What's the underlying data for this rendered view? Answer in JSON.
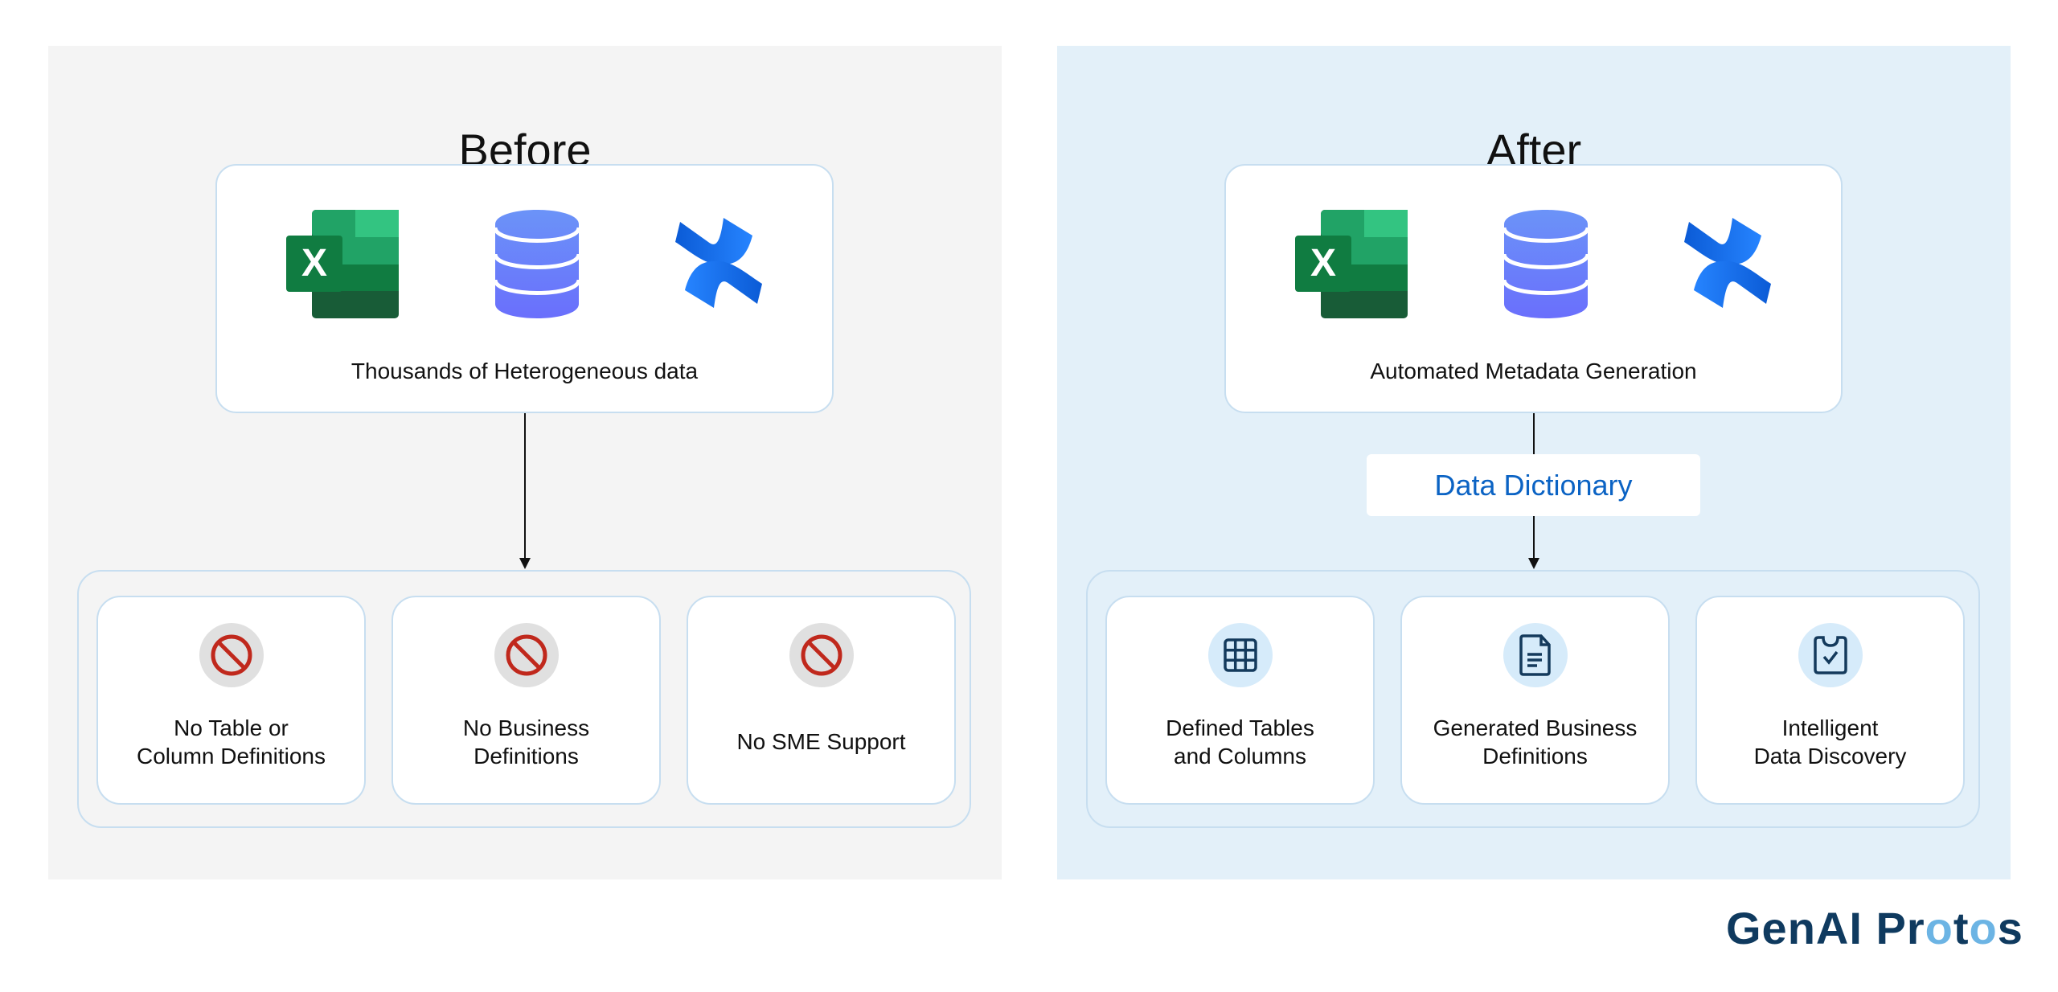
{
  "before": {
    "title": "Before",
    "source_caption": "Thousands of Heterogeneous data",
    "source_icons": [
      "excel-icon",
      "database-icon",
      "confluence-icon"
    ],
    "cards": [
      {
        "line1": "No Table or",
        "line2": "Column Definitions",
        "icon": "prohibited-icon"
      },
      {
        "line1": "No Business",
        "line2": "Definitions",
        "icon": "prohibited-icon"
      },
      {
        "line1": "No SME Support",
        "line2": "",
        "icon": "prohibited-icon"
      }
    ]
  },
  "after": {
    "title": "After",
    "source_caption": "Automated Metadata Generation",
    "source_icons": [
      "excel-icon",
      "database-icon",
      "confluence-icon"
    ],
    "middle_label": "Data Dictionary",
    "cards": [
      {
        "line1": "Defined Tables",
        "line2": "and Columns",
        "icon": "table-grid-icon"
      },
      {
        "line1": "Generated Business",
        "line2": "Definitions",
        "icon": "document-icon"
      },
      {
        "line1": "Intelligent",
        "line2": "Data Discovery",
        "icon": "clipboard-check-icon"
      }
    ]
  },
  "logo": {
    "text": "GenAI Protos",
    "part1": "GenAI Pr",
    "o1": "o",
    "t": "t",
    "o2": "o",
    "s": "s"
  },
  "colors": {
    "before_bg": "#f4f4f4",
    "after_bg": "#e3f0f9",
    "accent_blue": "#0b63c4",
    "prohibited_red": "#c0281c",
    "logo_navy": "#0f3a5f",
    "logo_light": "#6cb4e4"
  }
}
